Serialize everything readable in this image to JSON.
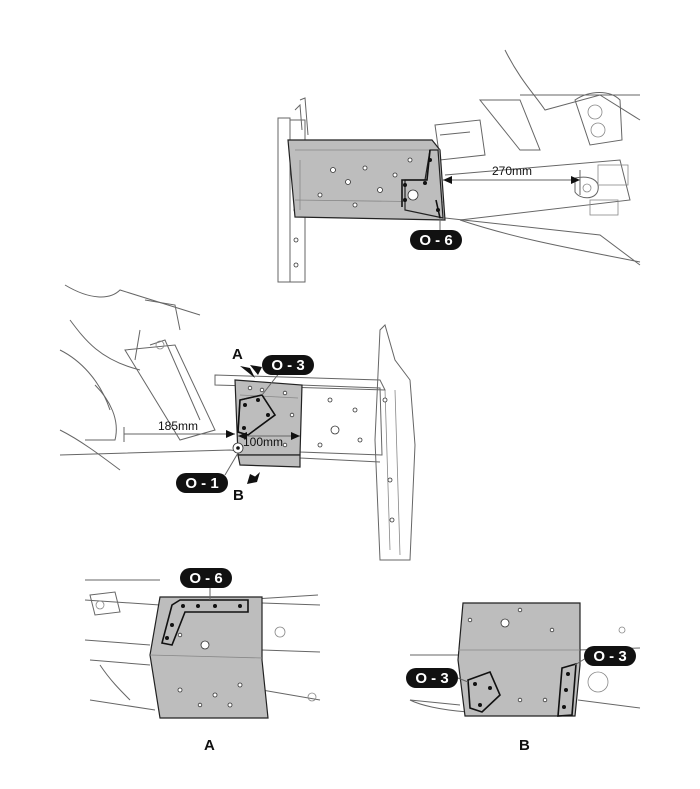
{
  "top_view": {
    "callout": "O - 6",
    "dimension": "270mm"
  },
  "middle_view": {
    "callout_top": "O - 3",
    "callout_bottom": "O - 1",
    "arrow_a": "A",
    "arrow_b": "B",
    "dimension_1": "185mm",
    "dimension_2": "100mm"
  },
  "detail_a": {
    "callout": "O - 6",
    "caption": "A"
  },
  "detail_b": {
    "callout_left": "O - 3",
    "callout_right": "O - 3",
    "caption": "B"
  }
}
